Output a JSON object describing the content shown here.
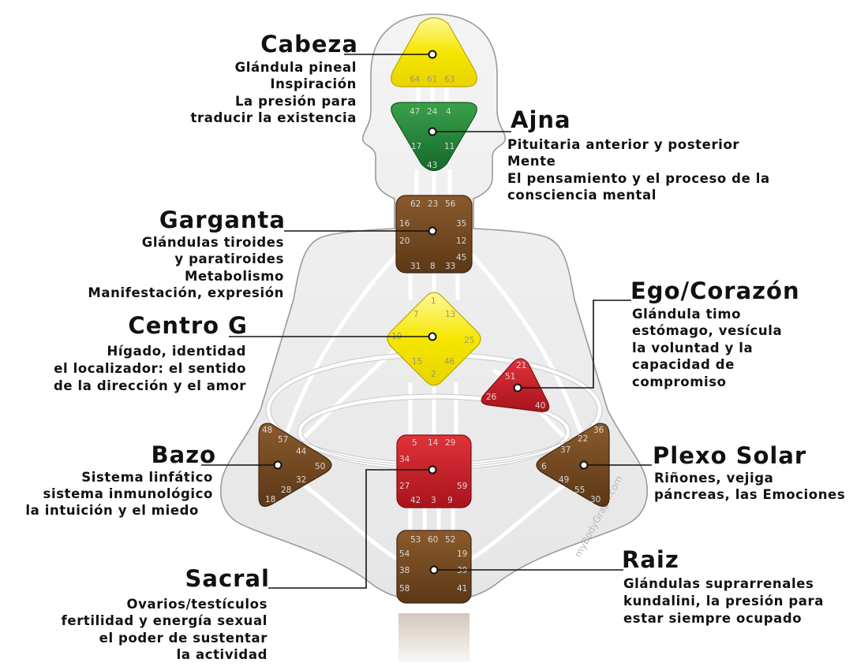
{
  "centers": [
    {
      "id": "cabeza",
      "title": "Cabeza",
      "lines": [
        "Glándula pineal",
        "Inspiración",
        "La presión para",
        "traducir la existencia"
      ],
      "color": "#f3e400",
      "gates": [
        "64",
        "61",
        "63"
      ]
    },
    {
      "id": "ajna",
      "title": "Ajna",
      "lines": [
        "Pituitaria anterior y posterior",
        "Mente",
        "El pensamiento y el proceso de la",
        "consciencia mental"
      ],
      "color": "#1f7a2e",
      "gates": [
        "47",
        "24",
        "4",
        "17",
        "11",
        "43"
      ]
    },
    {
      "id": "garganta",
      "title": "Garganta",
      "lines": [
        "Glándulas tiroides",
        "y paratiroides",
        "Metabolismo",
        "Manifestación, expresión"
      ],
      "color": "#6b4421",
      "gates": [
        "62",
        "23",
        "56",
        "16",
        "35",
        "20",
        "12",
        "45",
        "31",
        "8",
        "33"
      ]
    },
    {
      "id": "ego",
      "title": "Ego/Corazón",
      "lines": [
        "Glándula timo",
        "estómago, vesícula",
        "la voluntad y la",
        "capacidad de",
        "compromiso"
      ],
      "color": "#c8202a",
      "gates": [
        "21",
        "51",
        "26",
        "40"
      ]
    },
    {
      "id": "g",
      "title": "Centro G",
      "lines": [
        "Hígado, identidad",
        "el localizador: el sentido",
        "de la dirección y el amor"
      ],
      "color": "#f3e400",
      "gates": [
        "1",
        "7",
        "13",
        "10",
        "25",
        "15",
        "46",
        "2"
      ]
    },
    {
      "id": "bazo",
      "title": "Bazo",
      "lines": [
        "Sistema linfático",
        "sistema inmunológico",
        "la intuición y el miedo"
      ],
      "color": "#6b4421",
      "gates": [
        "48",
        "57",
        "44",
        "50",
        "32",
        "28",
        "18"
      ]
    },
    {
      "id": "plexo",
      "title": "Plexo Solar",
      "lines": [
        "Riñones, vejiga",
        "páncreas, las Emociones"
      ],
      "color": "#6b4421",
      "gates": [
        "36",
        "22",
        "37",
        "6",
        "49",
        "55",
        "30"
      ]
    },
    {
      "id": "sacral",
      "title": "Sacral",
      "lines": [
        "Ovarios/testículos",
        "fertilidad y energía sexual",
        "el poder de sustentar",
        "la actividad"
      ],
      "color": "#c8202a",
      "gates": [
        "5",
        "14",
        "29",
        "34",
        "27",
        "59",
        "42",
        "3",
        "9"
      ]
    },
    {
      "id": "raiz",
      "title": "Raiz",
      "lines": [
        "Glándulas suprarrenales",
        "kundalini, la presión para",
        "estar siempre ocupado"
      ],
      "color": "#6b4421",
      "gates": [
        "53",
        "60",
        "52",
        "54",
        "19",
        "38",
        "39",
        "58",
        "41"
      ]
    }
  ],
  "watermark": "myBodyGraph.com"
}
